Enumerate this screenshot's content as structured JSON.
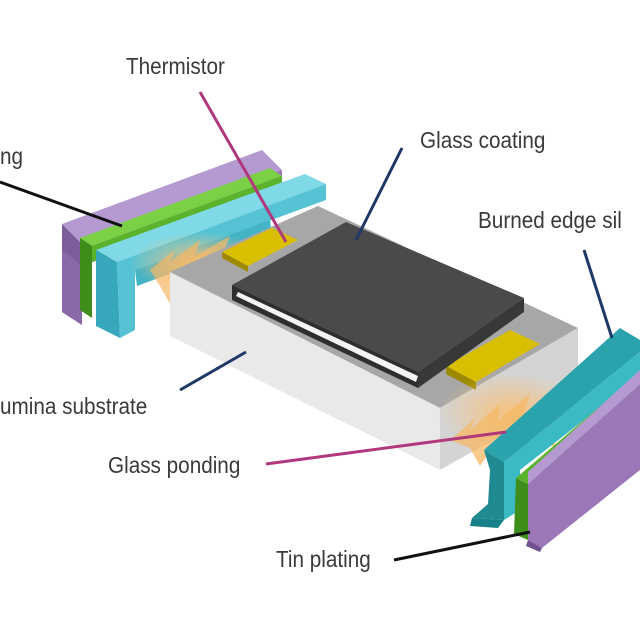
{
  "labels": {
    "thermistor": "Thermistor",
    "glass_coating": "Glass coating",
    "burned_edge": "Burned edge sil",
    "plating_top": "ng",
    "substrate": "umina substrate",
    "glass_ponding": "Glass ponding",
    "tin_plating": "Tin plating"
  },
  "colors": {
    "purple": "#9c77b8",
    "green": "#5bb22b",
    "cyan": "#56c3d4",
    "teal": "#2aa3ad",
    "dark_gray": "#4a4a4a",
    "substrate_white": "#e9e9e9",
    "thermistor_yellow": "#c9b400",
    "glow_orange": "#f5b866",
    "leader_magenta": "#b2387e",
    "leader_navy": "#1f3a66",
    "leader_black": "#111111"
  }
}
